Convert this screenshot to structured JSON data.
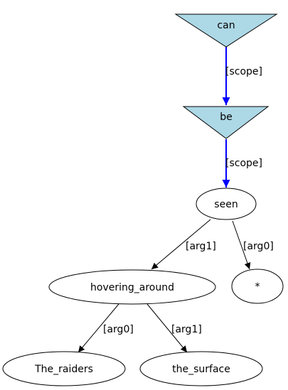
{
  "nodes": {
    "can": "can",
    "be": "be",
    "seen": "seen",
    "hovering_around": "hovering_around",
    "star": "*",
    "the_raiders": "The_raiders",
    "the_surface": "the_surface"
  },
  "edges": {
    "can_be": "[scope]",
    "be_seen": "[scope]",
    "seen_hovering": "[arg1]",
    "seen_star": "[arg0]",
    "hovering_raiders": "[arg0]",
    "hovering_surface": "[arg1]"
  },
  "colors": {
    "modal_fill": "#add8e6",
    "scope_edge": "#0000ff",
    "edge": "#000000"
  }
}
